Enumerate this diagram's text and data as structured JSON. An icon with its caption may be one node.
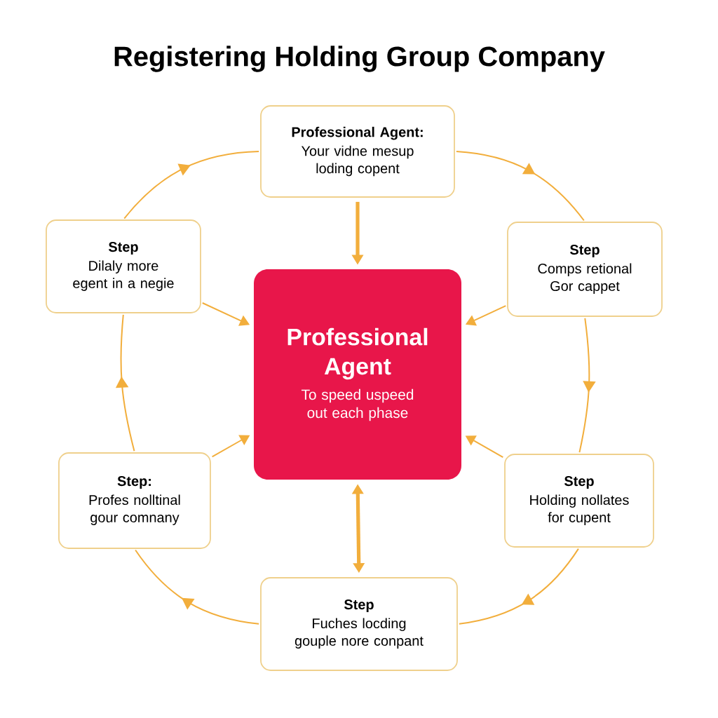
{
  "diagram": {
    "title": "Registering Holding Group Company",
    "nodes": [
      {
        "text": [
          "Professional Agent",
          "To speed uspeed out each phase"
        ]
      },
      {
        "text": [
          "Professional Agent:",
          "Your vidne mesup loding copent"
        ]
      },
      {
        "text": [
          "Step",
          "Comps retional Gor cappet"
        ]
      },
      {
        "text": [
          "Step",
          "Holding nollates for cupent"
        ]
      },
      {
        "text": [
          "Step",
          "Fuches locding gouple nore conpant"
        ]
      },
      {
        "text": [
          "Step:",
          "Profes nolltinal gour comnany"
        ]
      },
      {
        "text": [
          "Step",
          "Dilaly more egent in a negie"
        ]
      }
    ],
    "edges": [
      {
        "from": 1,
        "to": 0,
        "arrow": "to",
        "style": "thick"
      },
      {
        "from": 0,
        "to": 4,
        "arrow": "both",
        "style": "thick"
      },
      {
        "from": 1,
        "to": 2,
        "arrow": "to"
      },
      {
        "from": 2,
        "to": 3,
        "arrow": "to"
      },
      {
        "from": 3,
        "to": 4,
        "arrow": "to"
      },
      {
        "from": 4,
        "to": 5,
        "arrow": "to"
      },
      {
        "from": 5,
        "to": 6,
        "arrow": "to"
      },
      {
        "from": 6,
        "to": 1,
        "arrow": "to"
      },
      {
        "from": 6,
        "to": 0,
        "arrow": "to"
      },
      {
        "from": 2,
        "to": 0,
        "arrow": "to"
      },
      {
        "from": 5,
        "to": 0,
        "arrow": "to"
      },
      {
        "from": 3,
        "to": 0,
        "arrow": "to"
      }
    ]
  }
}
